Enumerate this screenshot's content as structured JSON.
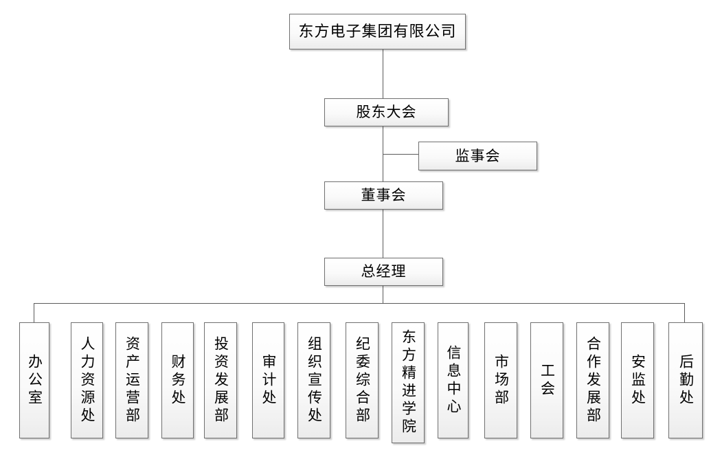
{
  "nodes": {
    "company": "东方电子集团有限公司",
    "shareholders_meeting": "股东大会",
    "supervisory_board": "监事会",
    "board_of_directors": "董事会",
    "general_manager": "总经理"
  },
  "departments": [
    "办公室",
    "人力资源处",
    "资产运营部",
    "财务处",
    "投资发展部",
    "审计处",
    "组织宣传处",
    "纪委综合部",
    "东方精进学院",
    "信息中心",
    "市场部",
    "工会",
    "合作发展部",
    "安监处",
    "后勤处"
  ],
  "colors": {
    "background": "#ffffff",
    "box_border": "#6f6f6f",
    "box_fill_top": "#ffffff",
    "box_fill_bottom": "#ececec",
    "connector": "#5a5a5a",
    "text": "#000000"
  }
}
